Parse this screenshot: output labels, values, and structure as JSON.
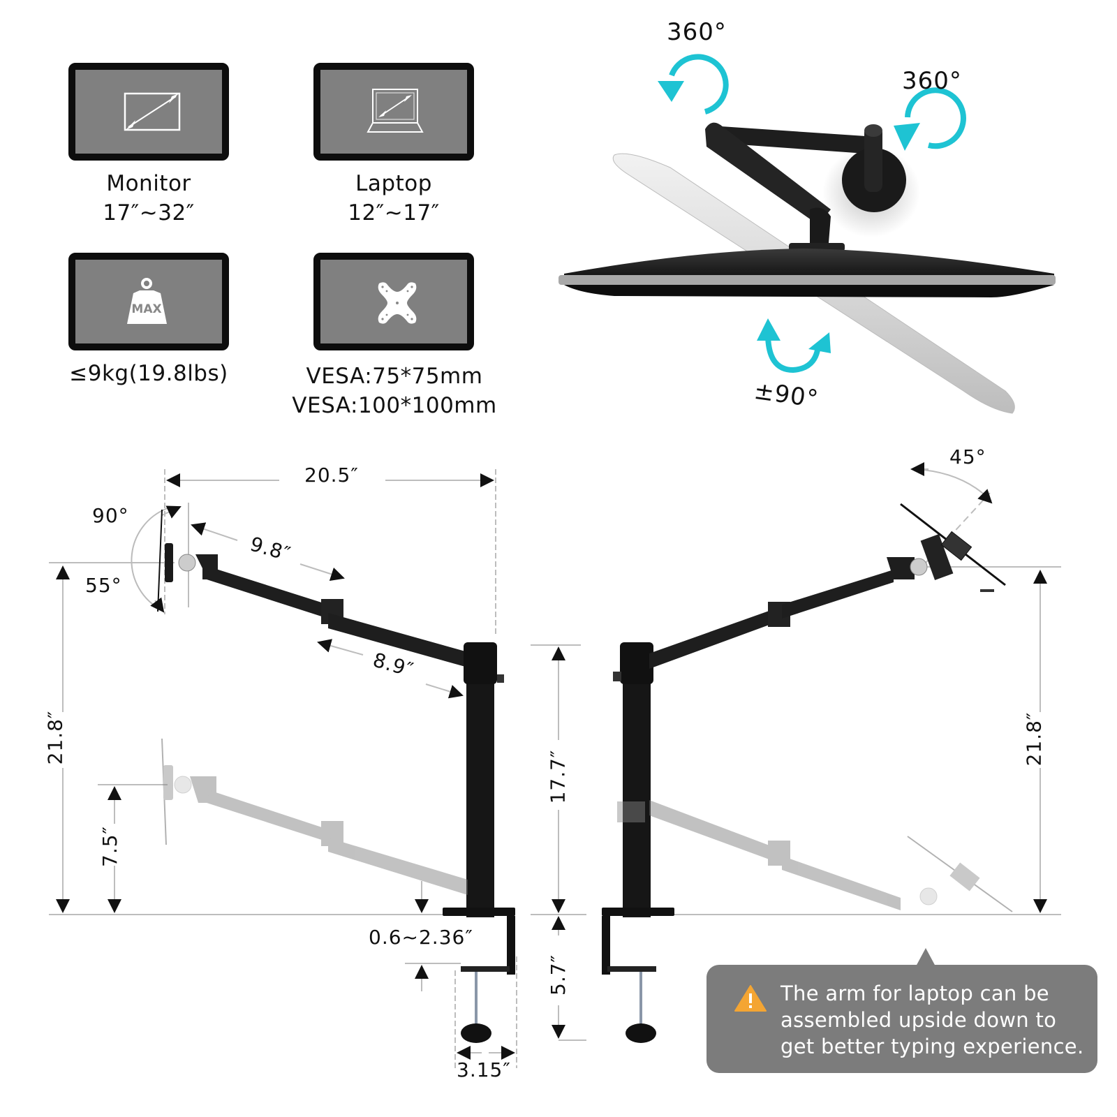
{
  "features": [
    {
      "icon": "monitor-diagonal-icon",
      "title": "Monitor",
      "value": "17″~32″"
    },
    {
      "icon": "laptop-diagonal-icon",
      "title": "Laptop",
      "value": "12″~17″"
    },
    {
      "icon": "max-weight-icon",
      "icon_text": "MAX",
      "title": "",
      "value": "≤9kg(19.8lbs)"
    },
    {
      "icon": "vesa-plate-icon",
      "title": "",
      "value_lines": [
        "VESA:75*75mm",
        "VESA:100*100mm"
      ]
    }
  ],
  "rotation": {
    "top_swivel": "360°",
    "right_swivel": "360°",
    "tilt": "±90°",
    "accent_color": "#1ec3d3"
  },
  "monitor_side": {
    "reach": "20.5″",
    "upper_arm": "9.8″",
    "lower_arm": "8.9″",
    "tilt_up": "90°",
    "tilt_down": "55°",
    "max_height": "21.8″",
    "min_height": "7.5″",
    "pole_height": "17.7″",
    "clamp_height": "5.7″",
    "desk_thickness": "0.6~2.36″",
    "clamp_width": "3.15″"
  },
  "laptop_side": {
    "tray_tilt": "45°",
    "max_height": "21.8″"
  },
  "note": {
    "icon": "warning-icon",
    "lines": [
      "The arm for laptop can be",
      "assembled upside down to",
      "get better typing experience."
    ],
    "background": "#7c7c7c",
    "icon_color": "#f4a533"
  }
}
